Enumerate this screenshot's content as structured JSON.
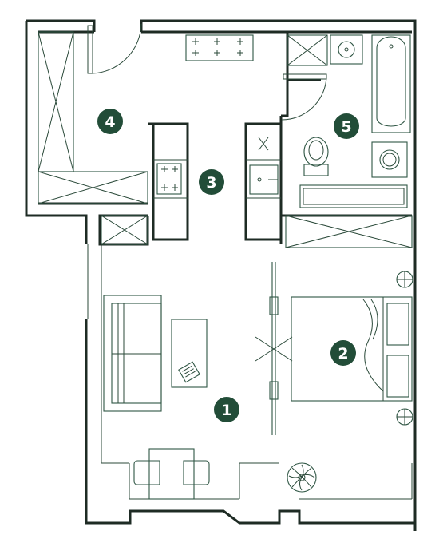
{
  "rooms": [
    {
      "id": 1,
      "label": "1"
    },
    {
      "id": 2,
      "label": "2"
    },
    {
      "id": 3,
      "label": "3"
    },
    {
      "id": 4,
      "label": "4"
    },
    {
      "id": 5,
      "label": "5"
    }
  ],
  "colors": {
    "wall": "#1e2b24",
    "furniture": "#2f5644",
    "badge": "#224d38",
    "badge_text": "#ffffff"
  }
}
